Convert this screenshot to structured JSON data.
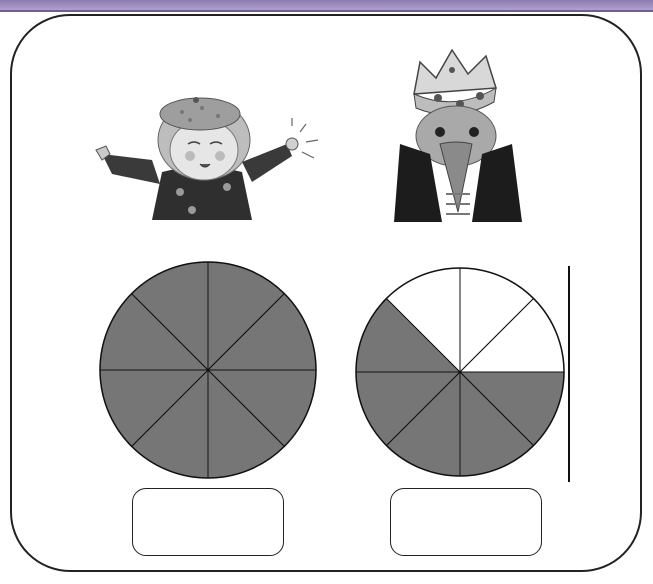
{
  "colors": {
    "shaded": "#767676",
    "unshaded": "#ffffff",
    "line": "#111111",
    "band": "#9d8fc4"
  },
  "pies": [
    {
      "name": "left-pie",
      "slices": 8,
      "shaded": 8,
      "fraction": 1.0
    },
    {
      "name": "right-pie",
      "slices": 8,
      "shaded": 5,
      "fraction": 0.625
    }
  ],
  "characters": [
    {
      "name": "girl-with-beret"
    },
    {
      "name": "crowned-bird-king"
    }
  ],
  "answer_boxes": [
    {
      "value": ""
    },
    {
      "value": ""
    }
  ]
}
